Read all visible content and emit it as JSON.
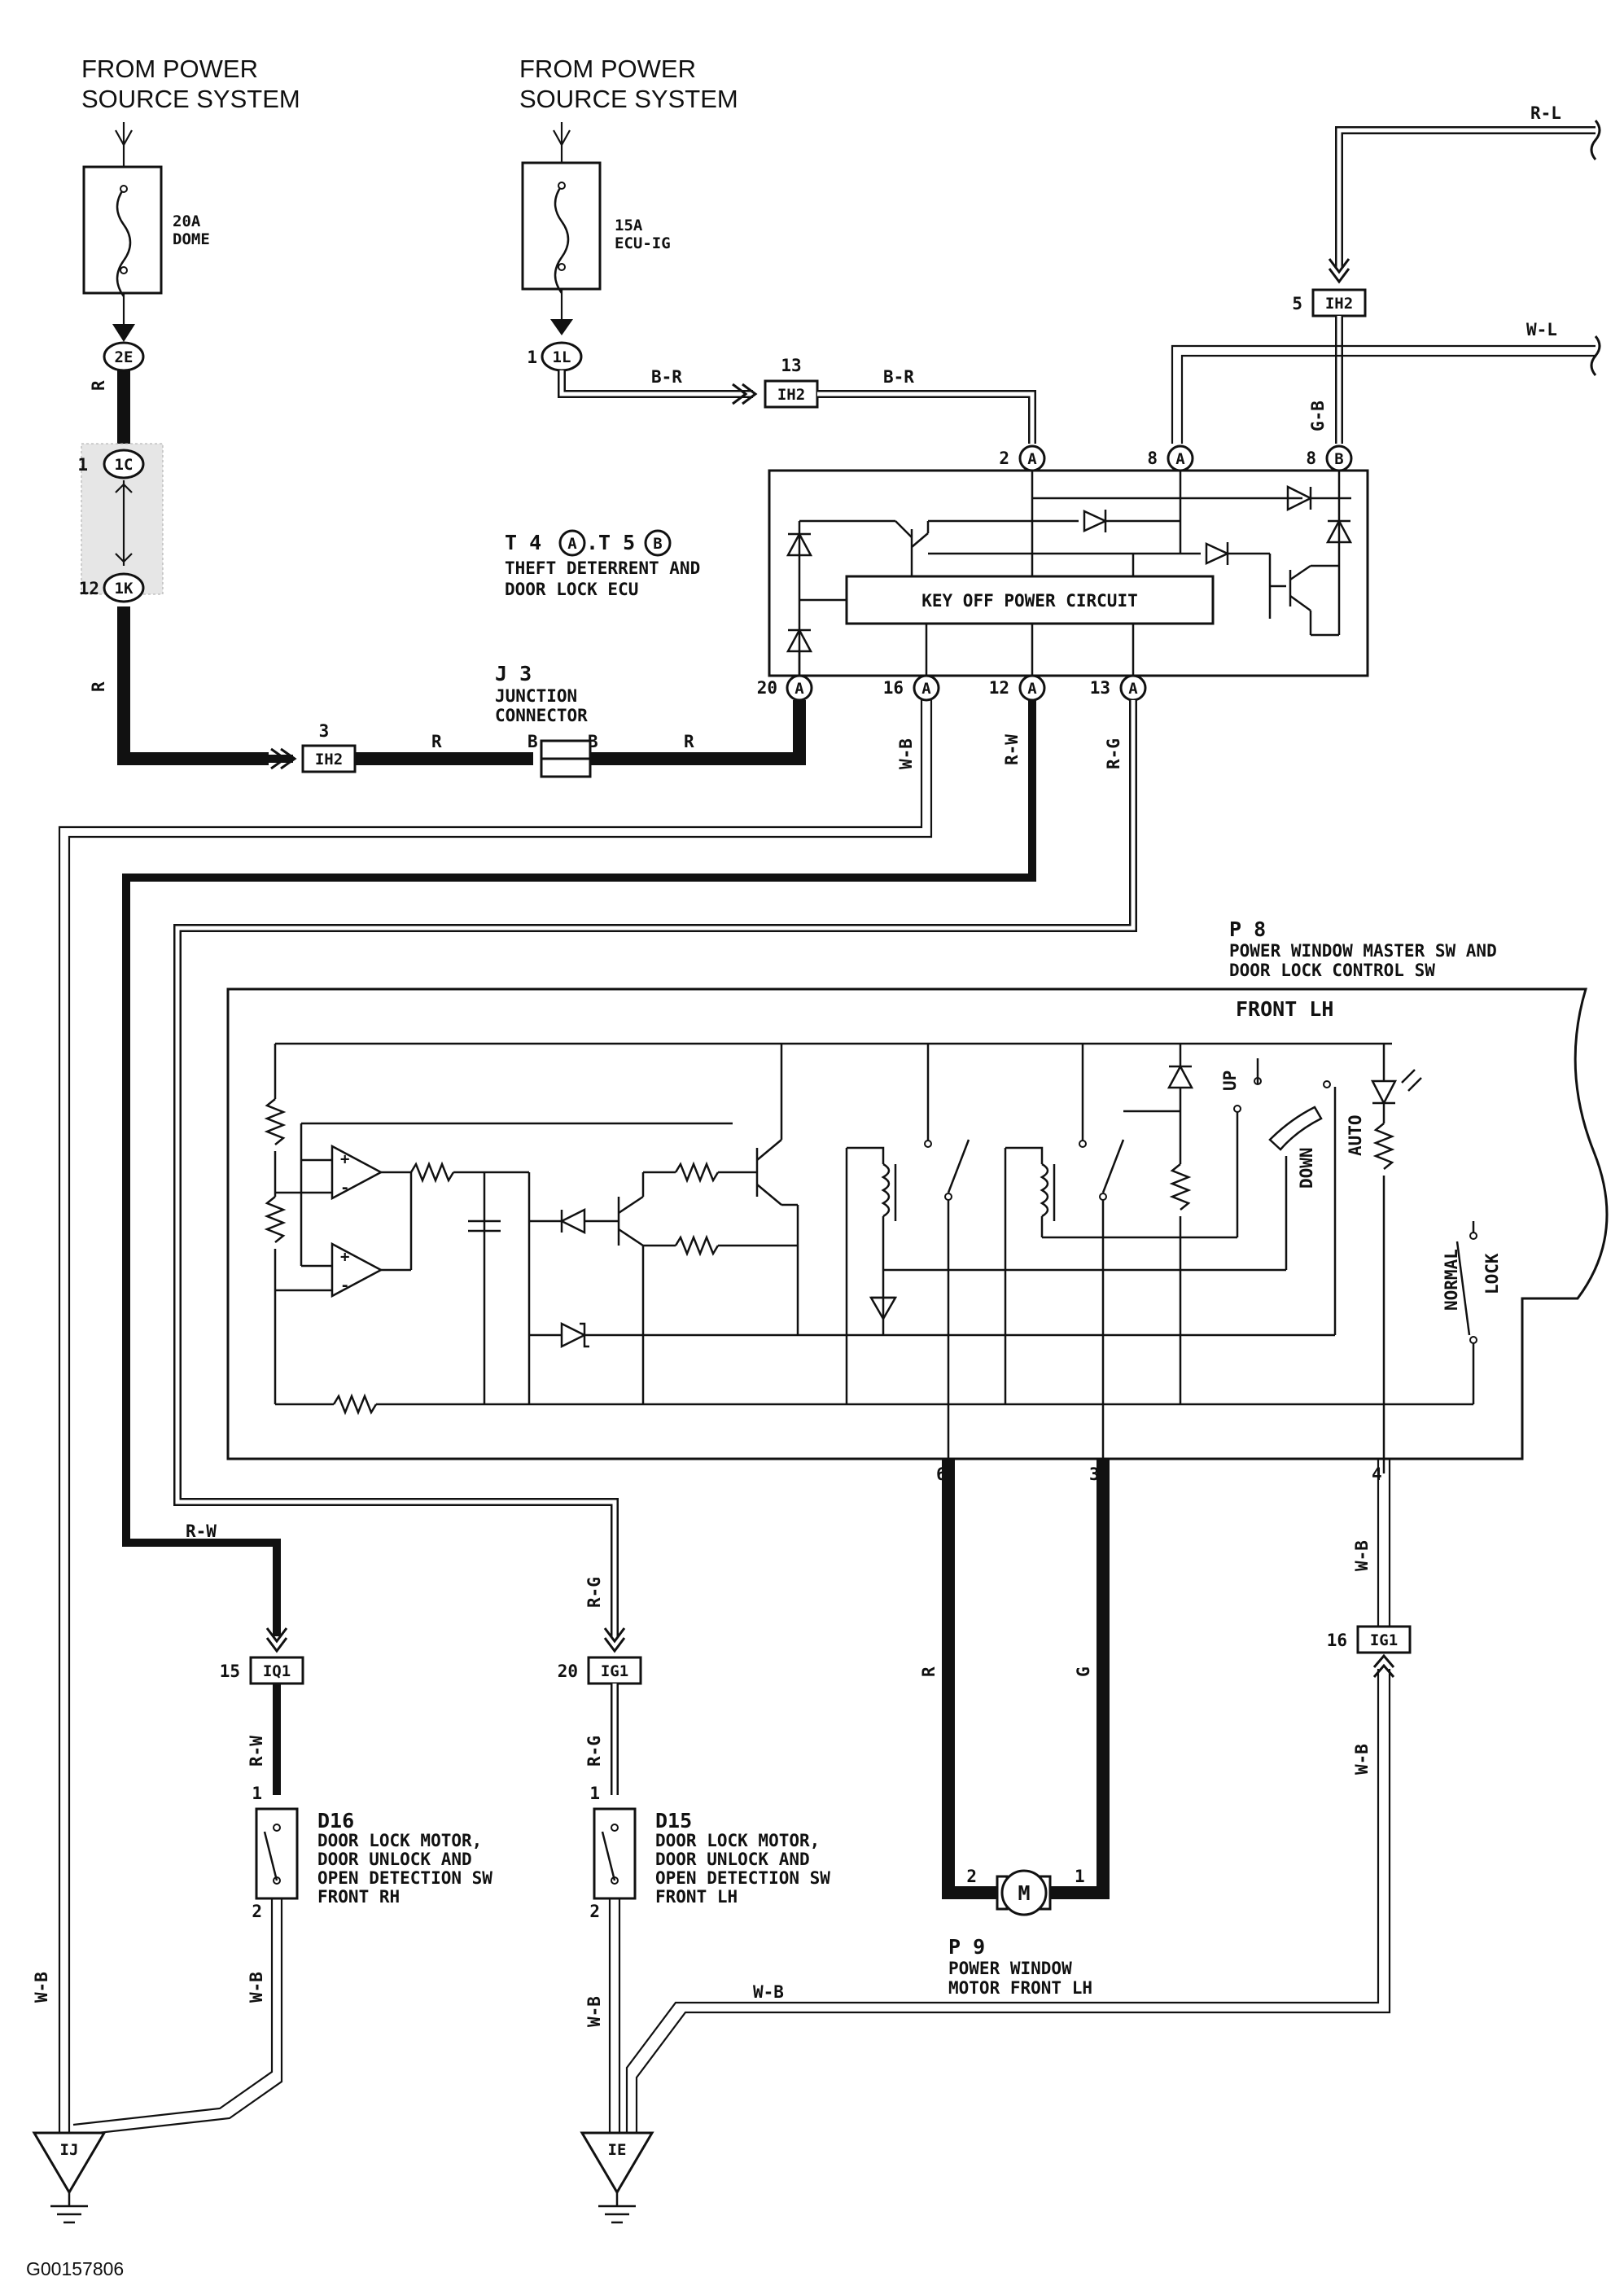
{
  "power_sources": [
    {
      "label_line1": "FROM POWER",
      "label_line2": "SOURCE SYSTEM"
    },
    {
      "label_line1": "FROM POWER",
      "label_line2": "SOURCE SYSTEM"
    }
  ],
  "fuses": [
    {
      "rating": "20A",
      "name": "DOME"
    },
    {
      "rating": "15A",
      "name": "ECU-IG"
    }
  ],
  "connectors": {
    "c_2e": "2E",
    "c_1c": "1C",
    "c_1k": "1K",
    "c_1l": "1L",
    "ih2": "IH2",
    "iq1": "IQ1",
    "ig1": "IG1",
    "ij": "IJ",
    "ie": "IE",
    "a": "A",
    "b": "B"
  },
  "pins": {
    "p1": "1",
    "p2": "2",
    "p3": "3",
    "p4": "4",
    "p5": "5",
    "p6": "6",
    "p8": "8",
    "p12": "12",
    "p13": "13",
    "p15": "15",
    "p16": "16",
    "p20": "20"
  },
  "wire_colors": {
    "r": "R",
    "b_r": "B-R",
    "r_l": "R-L",
    "w_l": "W-L",
    "g_b": "G-B",
    "w_b": "W-B",
    "r_w": "R-W",
    "r_g": "R-G",
    "g": "G",
    "b": "B"
  },
  "ecu": {
    "designation_prefix": "T 4",
    "designation_mid": ".T 5",
    "name_line1": "THEFT DETERRENT AND",
    "name_line2": "DOOR LOCK ECU",
    "circuit_label": "KEY OFF POWER CIRCUIT"
  },
  "junction": {
    "designation": "J 3",
    "name_line1": "JUNCTION",
    "name_line2": "CONNECTOR"
  },
  "master_switch": {
    "designation": "P 8",
    "name_line1": "POWER WINDOW MASTER SW AND",
    "name_line2": "DOOR LOCK CONTROL SW",
    "section": "FRONT LH",
    "up": "UP",
    "down": "DOWN",
    "auto": "AUTO",
    "normal": "NORMAL",
    "lock": "LOCK"
  },
  "motors": {
    "d16_designation": "D16",
    "d16_line1": "DOOR LOCK MOTOR,",
    "d16_line2": "DOOR UNLOCK AND",
    "d16_line3": "OPEN DETECTION SW",
    "d16_line4": "FRONT RH",
    "d15_designation": "D15",
    "d15_line1": "DOOR LOCK MOTOR,",
    "d15_line2": "DOOR UNLOCK AND",
    "d15_line3": "OPEN DETECTION SW",
    "d15_line4": "FRONT LH",
    "p9_designation": "P 9",
    "p9_line1": "POWER WINDOW",
    "p9_line2": "MOTOR FRONT LH",
    "motor_symbol": "M"
  },
  "figure_id": "G00157806"
}
